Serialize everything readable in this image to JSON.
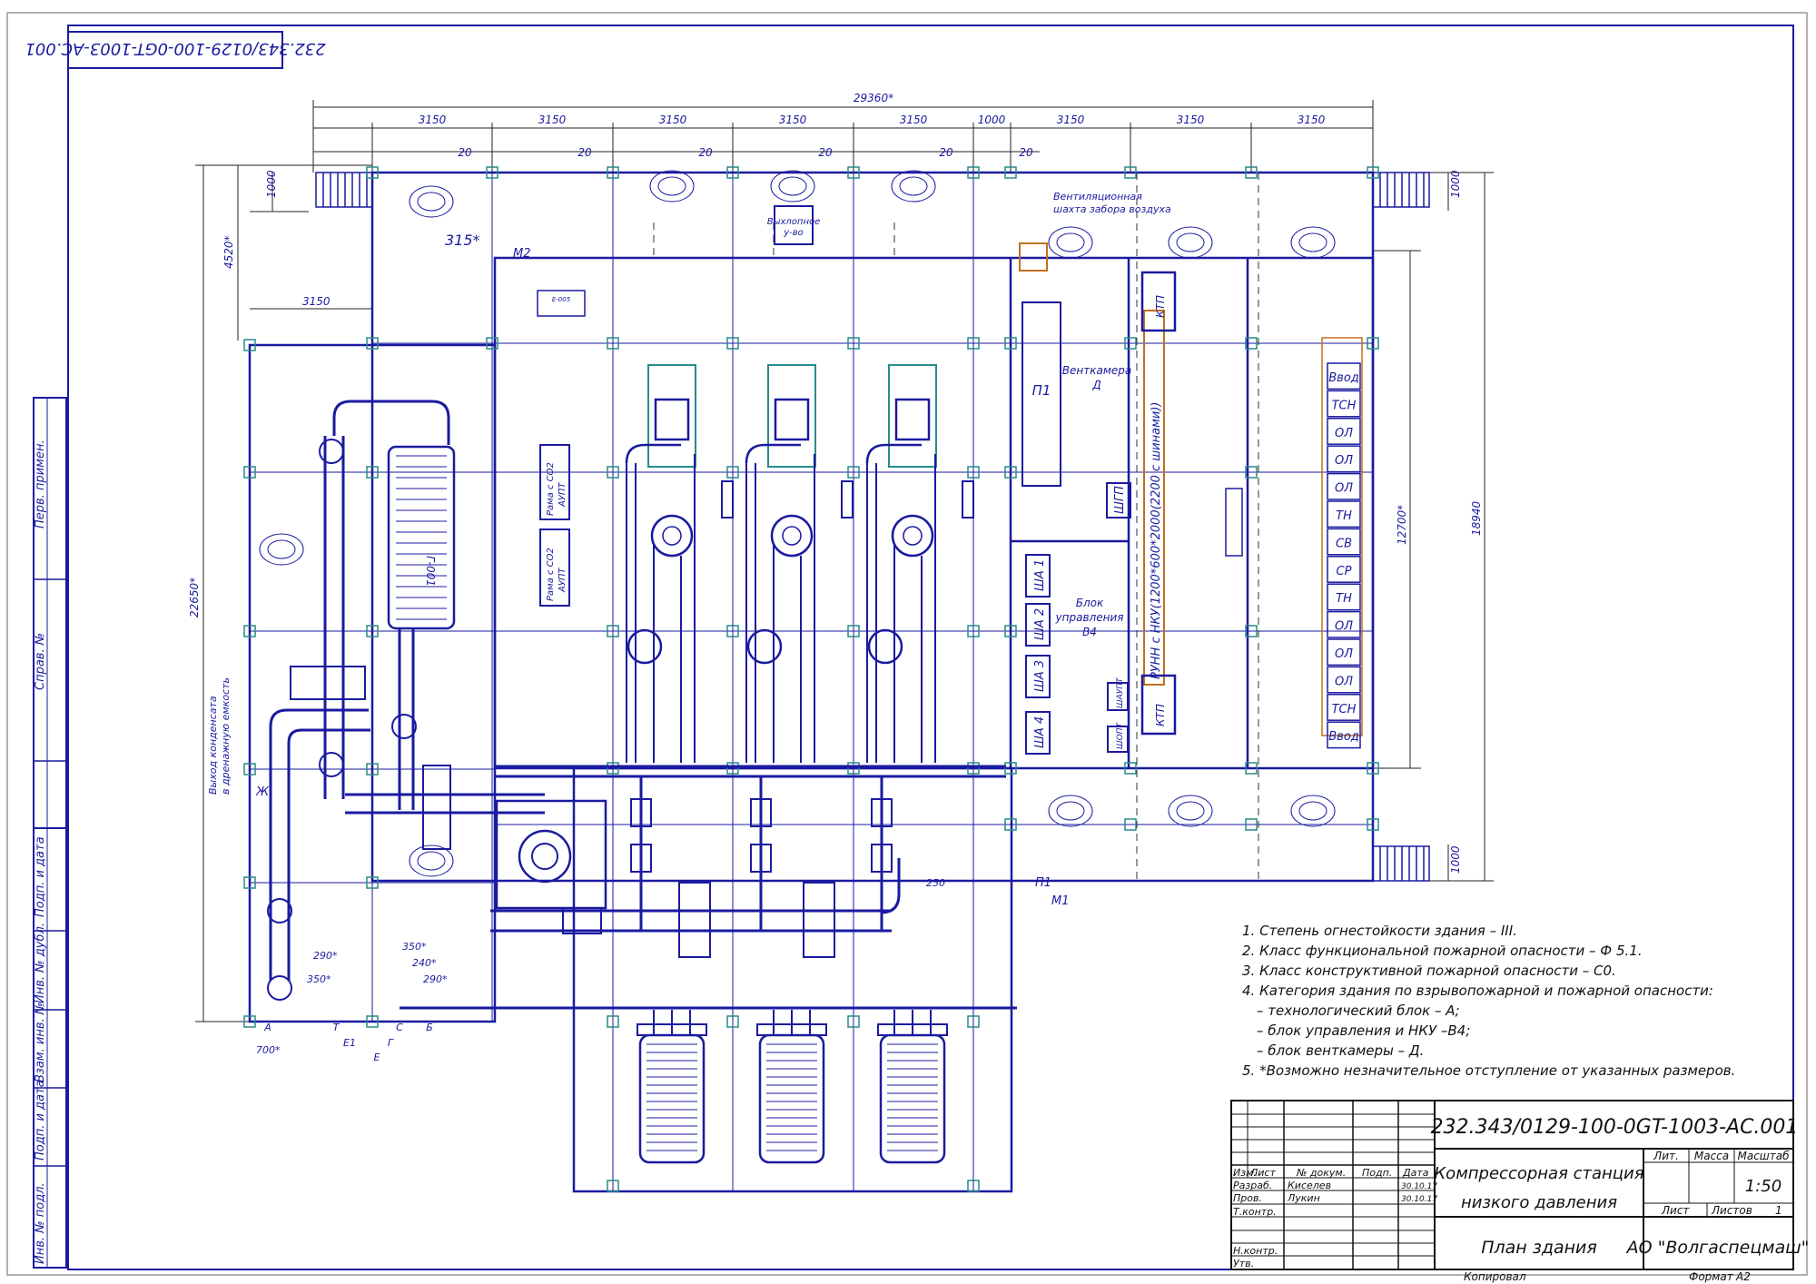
{
  "stamp": {
    "code_rotated": "232.343/0129-100-0GT-1003-AC.001"
  },
  "side_labels": [
    "Перв. примен.",
    "Справ. №",
    "Подп. и дата",
    "Инв. № дубл.",
    "Взам. инв. №",
    "Подп. и дата",
    "Инв. № подл."
  ],
  "dimensions": {
    "overall": "29360*",
    "spans": [
      "3150",
      "3150",
      "3150",
      "3150",
      "3150",
      "1000",
      "3150",
      "3150",
      "3150"
    ],
    "gaps": [
      "20",
      "20",
      "20",
      "20",
      "20",
      "20"
    ],
    "left_height": "22650*",
    "left_top": "4520*",
    "left_step": "1000",
    "left_3150": "3150",
    "right_inner": "12700*",
    "right_total": "18940",
    "right_top": "1000",
    "right_bottom": "1000",
    "bottom_a": "700*",
    "mark_315": "315*",
    "d250": "250",
    "d290a": "290*",
    "d350a": "350*",
    "d350b": "350*",
    "d240": "240*",
    "d290b": "290*"
  },
  "plan_labels": {
    "vent_shaft": [
      "Вентиляционная",
      "шахта забора воздуха"
    ],
    "exhaust": [
      "Выхлопное",
      "у-во"
    ],
    "ventkamera": [
      "Венткамера",
      "Д"
    ],
    "p1": "П1",
    "shgp": "ШГП",
    "ktp_top": "КТП",
    "ktp_bottom": "КТП",
    "rack1": [
      "Рама с СО2",
      "АУПТ"
    ],
    "rack2": [
      "Рама с СО2",
      "АУПТ"
    ],
    "control_block": [
      "Блок",
      "управления",
      "В4"
    ],
    "sha": [
      "ША 1",
      "ША 2",
      "ША 3",
      "ША 4"
    ],
    "shavt": "ШАУПТ",
    "shopt": "ШОПТ",
    "rnn": "РУНН с НКУ(1200*600*2000(2200 с шинами))",
    "vessel": "Г-001",
    "e_tag": "Е-005",
    "condensate": [
      "Выход конденсата",
      "в дренажную емкость"
    ],
    "m2": "М2",
    "m1": "М1",
    "p1b": "П1",
    "zh": "Ж",
    "letters_bottom": [
      "А",
      "Т",
      "Е1",
      "Е",
      "Г",
      "С",
      "Б"
    ]
  },
  "panel_cells": [
    "Ввод",
    "ТСН",
    "ОЛ",
    "ОЛ",
    "ОЛ",
    "ТН",
    "СВ",
    "СР",
    "ТН",
    "ОЛ",
    "ОЛ",
    "ОЛ",
    "ТСН",
    "Ввод"
  ],
  "notes": [
    "1. Степень огнестойкости здания – III.",
    "2. Класс функциональной пожарной опасности – Ф 5.1.",
    "3. Класс конструктивной пожарной опасности – С0.",
    "4. Категория здания по взрывопожарной и пожарной опасности:",
    "– технологический блок – А;",
    "– блок управления и НКУ –В4;",
    "– блок венткамеры – Д.",
    "5. *Возможно незначительное отступление от указанных размеров."
  ],
  "title_block": {
    "doc_code": "232.343/0129-100-0GT-1003-AC.001",
    "title_line1": "Компрессорная станция",
    "title_line2": "низкого давления",
    "sheet_name": "План здания",
    "company": "АО \"Волгаспецмаш\"",
    "lit": "Лит.",
    "mass": "Масса",
    "scale_label": "Масштаб",
    "scale": "1:50",
    "list": "Лист",
    "lists": "Листов",
    "lists_count": "1",
    "cols": [
      "Изм.",
      "Лист",
      "№ докум.",
      "Подп.",
      "Дата"
    ],
    "roles": [
      "Разраб.",
      "Пров.",
      "Т.контр.",
      "",
      "Н.контр.",
      "Утв."
    ],
    "names": [
      "Киселев",
      "Лукин"
    ],
    "dates": [
      "30.10.17",
      "30.10.17"
    ],
    "copied": "Копировал",
    "format_label": "Формат",
    "format": "А2"
  }
}
